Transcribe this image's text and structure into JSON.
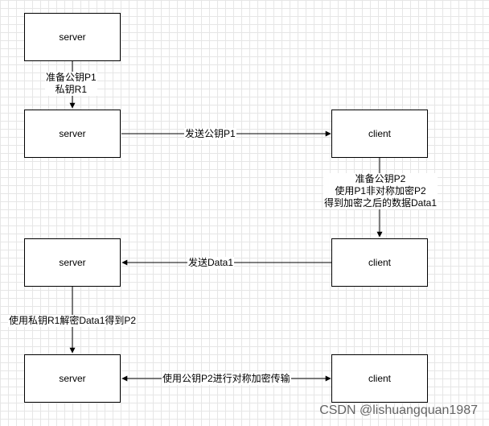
{
  "nodes": {
    "server_1": "server",
    "server_2": "server",
    "client_2": "client",
    "client_3": "client",
    "server_3": "server",
    "server_4": "server",
    "client_4": "client"
  },
  "edges": {
    "s1_to_s2": {
      "lines": [
        "准备公钥P1",
        "私钥R1"
      ]
    },
    "s2_to_c2": {
      "lines": [
        "发送公钥P1"
      ]
    },
    "c2_to_c3": {
      "lines": [
        "准备公钥P2",
        "使用P1非对称加密P2",
        "得到加密之后的数据Data1"
      ]
    },
    "c3_to_s3": {
      "lines": [
        "发送Data1"
      ]
    },
    "s3_to_s4": {
      "lines": [
        "使用私钥R1解密Data1得到P2"
      ]
    },
    "s4_c4": {
      "lines": [
        "使用公钥P2进行对称加密传输"
      ]
    }
  },
  "watermark": "CSDN @lishuangquan1987",
  "colors": {
    "line": "#000000",
    "box_border": "#000000",
    "grid": "#e6e6e6"
  }
}
